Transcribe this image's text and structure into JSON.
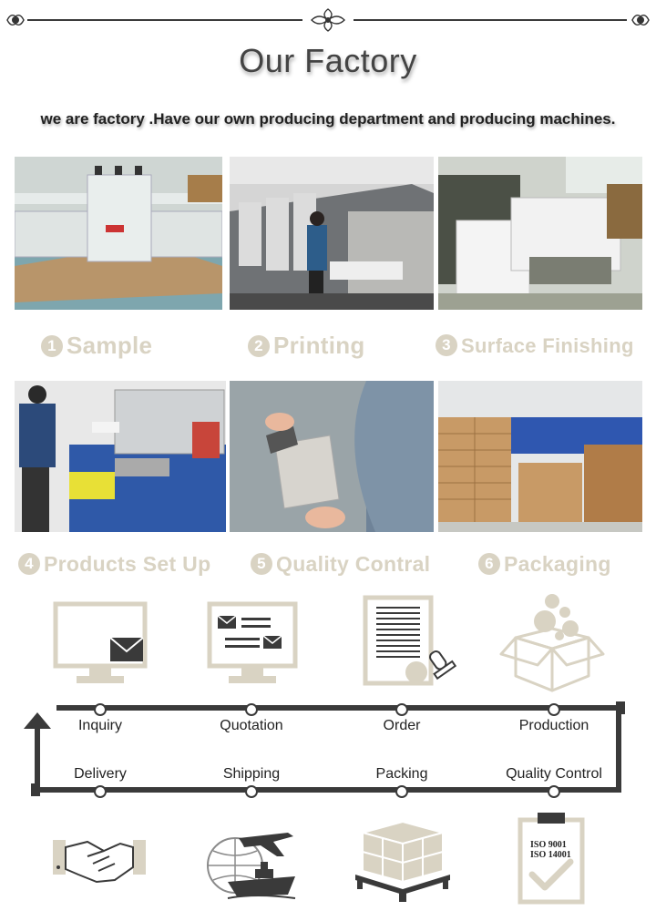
{
  "title": "Our Factory",
  "subtitle": "we are factory .Have our own producing department and producing machines.",
  "colors": {
    "beige": "#d9d3c3",
    "dark": "#3a3a3a",
    "text": "#222222"
  },
  "photos": [
    {
      "caption_number": "1",
      "caption": "Sample"
    },
    {
      "caption_number": "2",
      "caption": "Printing"
    },
    {
      "caption_number": "3",
      "caption": "Surface Finishing"
    },
    {
      "caption_number": "4",
      "caption": "Products Set Up"
    },
    {
      "caption_number": "5",
      "caption": "Quality Contral"
    },
    {
      "caption_number": "6",
      "caption": "Packaging"
    }
  ],
  "process": {
    "top_steps": [
      "Inquiry",
      "Quotation",
      "Order",
      "Production"
    ],
    "bottom_steps": [
      "Delivery",
      "Shipping",
      "Packing",
      "Quality Control"
    ],
    "top_icons": [
      "monitor-mail-icon",
      "monitor-quotation-icon",
      "contract-stamp-icon",
      "open-box-icon"
    ],
    "bottom_icons": [
      "handshake-icon",
      "globe-plane-ship-icon",
      "pallet-boxes-icon",
      "iso-clipboard-icon"
    ],
    "iso_lines": [
      "ISO 9001",
      "ISO 14001"
    ]
  }
}
